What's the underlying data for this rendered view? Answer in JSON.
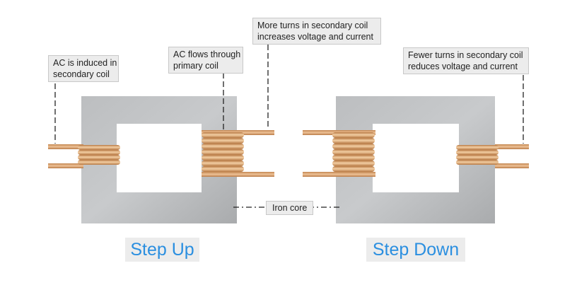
{
  "diagram": {
    "titles": {
      "step_up": "Step Up",
      "step_down": "Step Down"
    },
    "callouts": {
      "ac_induced": [
        "AC is induced in",
        "secondary coil"
      ],
      "ac_flows": [
        "AC flows through",
        "primary coil"
      ],
      "more_turns": [
        "More turns in secondary coil",
        "increases voltage and current"
      ],
      "fewer_turns": [
        "Fewer turns in secondary coil",
        "reduces voltage and current"
      ],
      "iron_core": "Iron core"
    },
    "colors": {
      "core": "#b3b5b7",
      "coil": "#d49a64",
      "coil_highlight": "#f3cfa4",
      "label_bg": "#ececec",
      "title_text": "#2b8fe0"
    }
  }
}
